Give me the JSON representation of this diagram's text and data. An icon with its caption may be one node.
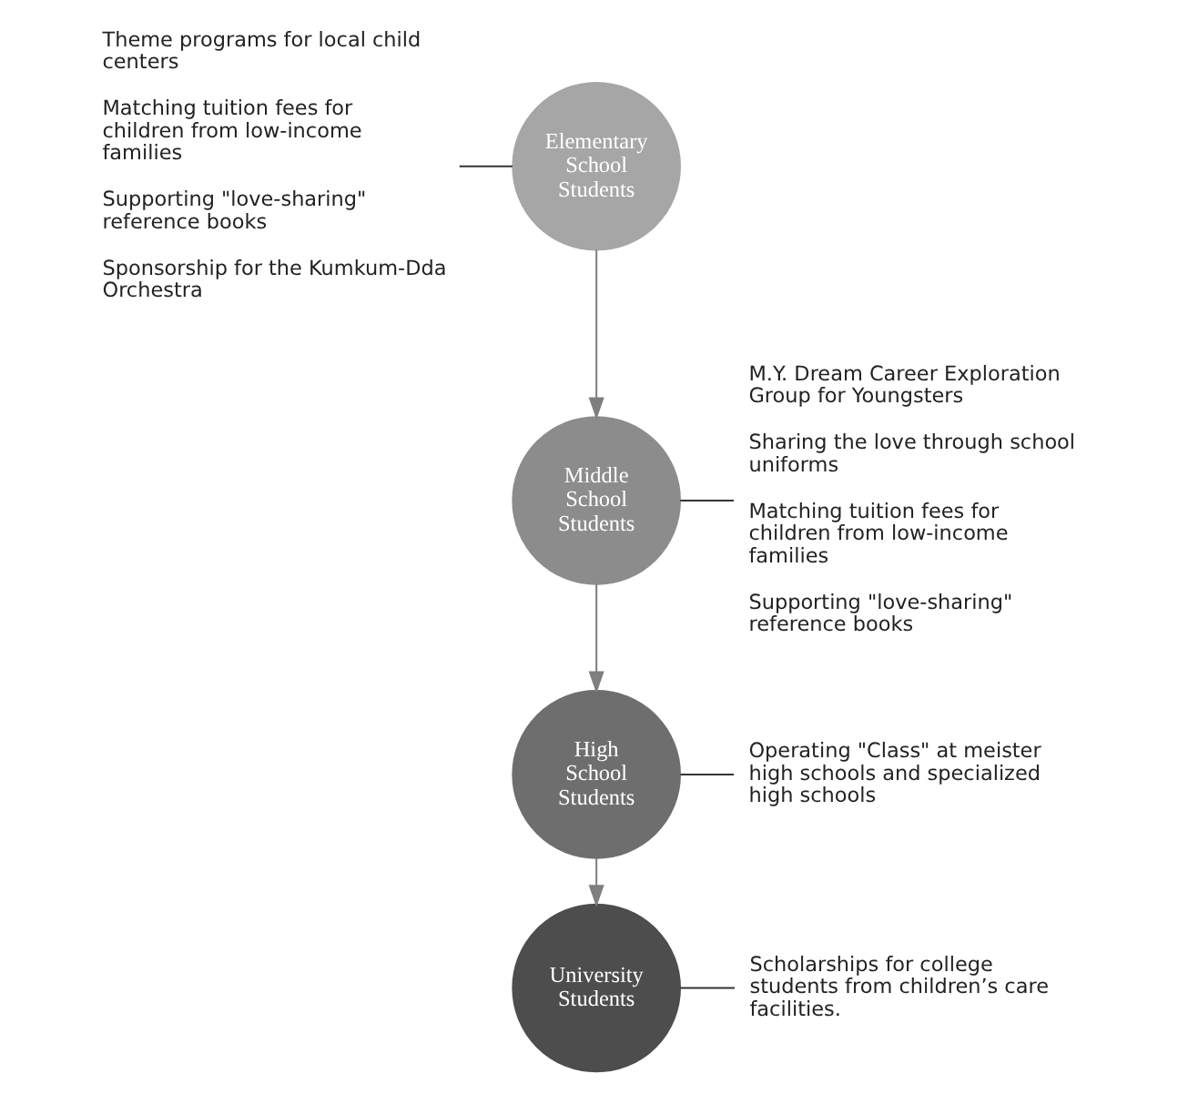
{
  "diagram": {
    "nodes": [
      {
        "text": [
          "Theme programs for local child centers",
          "Matching tuition fees for children from low-income families",
          "Supporting \"love-sharing\" reference books",
          "Sponsorship for the Kumkum-Dda Orchestra"
        ]
      },
      {
        "text": [
          "Elementary School Students"
        ]
      },
      {
        "text": [
          "Middle School Students"
        ]
      },
      {
        "text": [
          "M.Y. Dream Career Exploration Group for Youngsters",
          "Sharing the love through school uniforms",
          "Matching tuition fees for children from low-income families",
          "Supporting \"love-sharing\" reference books"
        ]
      },
      {
        "text": [
          "Operating \"Class\" at meister high schools and specialized high schools"
        ]
      },
      {
        "text": [
          "High School Students"
        ]
      },
      {
        "text": [
          "University Students"
        ]
      },
      {
        "text": [
          "Scholarships for college students from children’s care facilities."
        ]
      }
    ],
    "edges": [
      {
        "from": 1,
        "to": 2,
        "arrow": "to"
      },
      {
        "from": 2,
        "to": 5,
        "arrow": "to"
      },
      {
        "from": 5,
        "to": 6,
        "arrow": "to"
      },
      {
        "from": 0,
        "to": 1,
        "arrow": "none"
      },
      {
        "from": 3,
        "to": 2,
        "arrow": "none"
      },
      {
        "from": 4,
        "to": 5,
        "arrow": "none"
      },
      {
        "from": 7,
        "to": 6,
        "arrow": "none"
      }
    ]
  }
}
